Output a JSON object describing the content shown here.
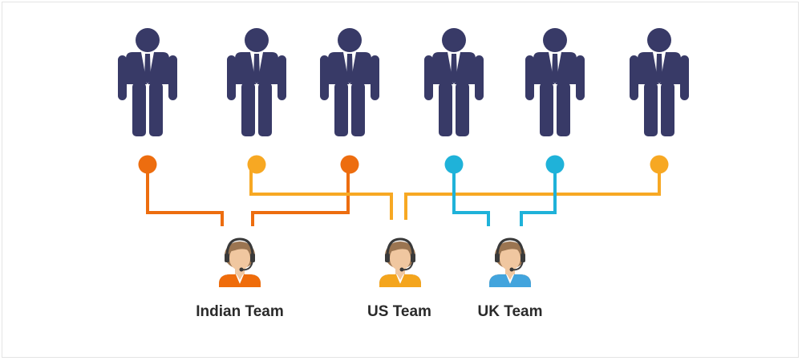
{
  "teams": [
    {
      "label": "Indian Team",
      "color": "#ef6c0b"
    },
    {
      "label": "US Team",
      "color": "#f4a51d"
    },
    {
      "label": "UK Team",
      "color": "#42a4dd"
    }
  ],
  "colors": {
    "person": "#383a67",
    "orange": "#ed6d0f",
    "yellow": "#f7a823",
    "blue": "#1fb2d9",
    "skin": "#f0c7a0",
    "hair": "#9b7551",
    "headset": "#3a3a3a"
  },
  "people": [
    {
      "icon": "businessman-icon",
      "node_color": "orange",
      "team": "Indian Team"
    },
    {
      "icon": "businessman-icon",
      "node_color": "yellow",
      "team": "US Team"
    },
    {
      "icon": "businessman-icon",
      "node_color": "orange",
      "team": "Indian Team"
    },
    {
      "icon": "businessman-icon",
      "node_color": "blue",
      "team": "UK Team"
    },
    {
      "icon": "businessman-icon",
      "node_color": "blue",
      "team": "UK Team"
    },
    {
      "icon": "businessman-icon",
      "node_color": "yellow",
      "team": "US Team"
    }
  ]
}
